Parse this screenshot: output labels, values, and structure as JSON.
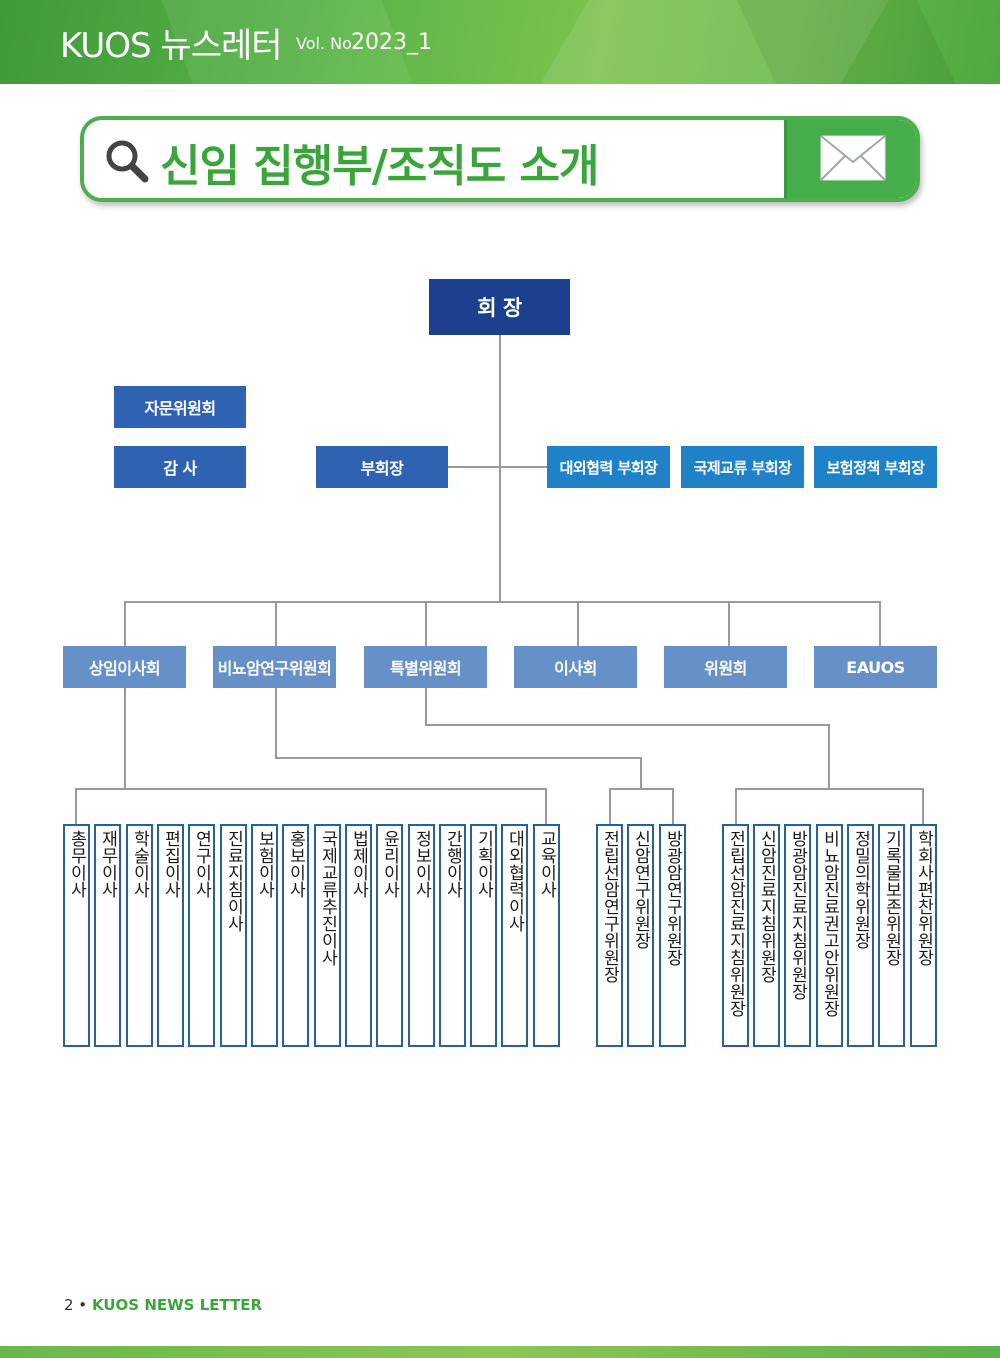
{
  "header": {
    "brand": "KUOS 뉴스레터",
    "vol_label": "Vol. No",
    "vol_number": "2023_1"
  },
  "title": {
    "text": "신임 집행부/조직도 소개"
  },
  "org": {
    "president": "회 장",
    "advisory": "자문위원회",
    "auditor": "감 사",
    "vice_president": "부회장",
    "vice_external": "대외협력 부회장",
    "vice_international": "국제교류 부회장",
    "vice_insurance": "보험정책 부회장",
    "committees": [
      "상임이사회",
      "비뇨암연구위원회",
      "특별위원회",
      "이사회",
      "위원회",
      "EAUOS"
    ],
    "directors": [
      "총무이사",
      "재무이사",
      "학술이사",
      "편집이사",
      "연구이사",
      "진료지침이사",
      "보험이사",
      "홍보이사",
      "국제교류추진이사",
      "법제이사",
      "윤리이사",
      "정보이사",
      "간행이사",
      "기획이사",
      "대외협력이사",
      "교육이사"
    ],
    "research_chairs": [
      "전립선암연구위원장",
      "신암연구위원장",
      "방광암연구위원장"
    ],
    "special_chairs": [
      "전립선암진료지침위원장",
      "신암진료지침위원장",
      "방광암진료지침위원장",
      "비뇨암진료권고안위원장",
      "정밀의학위원장",
      "기록물보존위원장",
      "학회사편찬위원장"
    ]
  },
  "footer": {
    "page": "2 •",
    "label": "KUOS NEWS LETTER"
  },
  "colors": {
    "green": "#4cae4c",
    "navy": "#1c3f8f",
    "blue": "#2f62b0",
    "cyan": "#1f82c8",
    "steel": "#6690c8"
  }
}
